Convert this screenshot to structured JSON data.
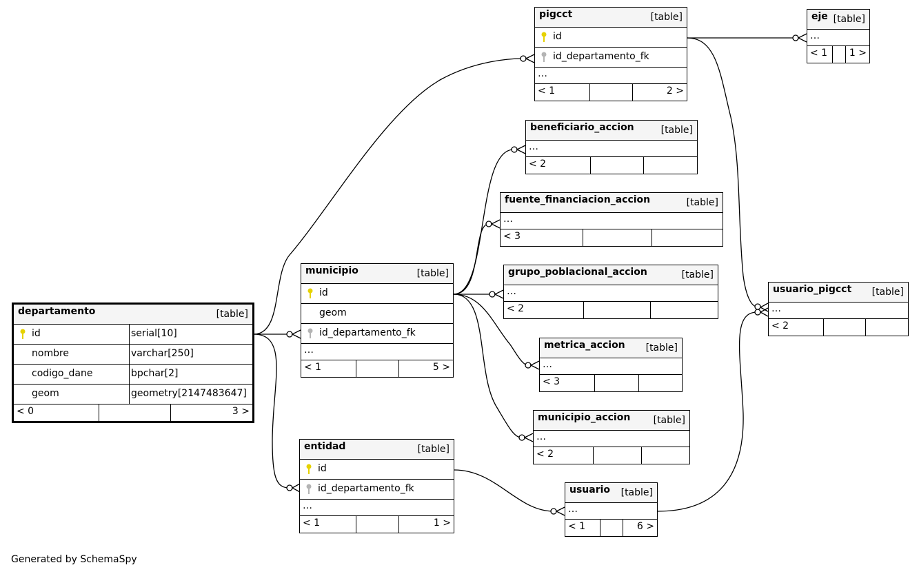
{
  "footer": {
    "generated_by": "Generated by SchemaSpy"
  },
  "colors": {
    "primary_key": "#e6d200",
    "foreign_key": "#b4b4b4",
    "header_bg": "#f5f5f5"
  },
  "icons": {
    "primary_key": "key-icon",
    "foreign_key": "key-icon"
  },
  "tables": {
    "departamento": {
      "name": "departamento",
      "type": "[table]",
      "columns": [
        {
          "name": "id",
          "type": "serial[10]"
        },
        {
          "name": "nombre",
          "type": "varchar[250]"
        },
        {
          "name": "codigo_dane",
          "type": "bpchar[2]"
        },
        {
          "name": "geom",
          "type": "geometry[2147483647]"
        }
      ],
      "footer_left": "< 0",
      "footer_right": "3 >"
    },
    "municipio": {
      "name": "municipio",
      "type": "[table]",
      "columns": [
        {
          "name": "id"
        },
        {
          "name": "geom"
        },
        {
          "name": "id_departamento_fk"
        }
      ],
      "more": "…",
      "footer_left": "< 1",
      "footer_right": "5 >"
    },
    "entidad": {
      "name": "entidad",
      "type": "[table]",
      "columns": [
        {
          "name": "id"
        },
        {
          "name": "id_departamento_fk"
        }
      ],
      "more": "…",
      "footer_left": "< 1",
      "footer_right": "1 >"
    },
    "pigcct": {
      "name": "pigcct",
      "type": "[table]",
      "columns": [
        {
          "name": "id"
        },
        {
          "name": "id_departamento_fk"
        }
      ],
      "more": "…",
      "footer_left": "< 1",
      "footer_right": "2 >"
    },
    "eje": {
      "name": "eje",
      "type": "[table]",
      "more": "…",
      "footer_left": "< 1",
      "footer_right": "1 >"
    },
    "beneficiario_accion": {
      "name": "beneficiario_accion",
      "type": "[table]",
      "more": "…",
      "footer_left": "< 2",
      "footer_right": ""
    },
    "fuente_financiacion_accion": {
      "name": "fuente_financiacion_accion",
      "type": "[table]",
      "more": "…",
      "footer_left": "< 3",
      "footer_right": ""
    },
    "grupo_poblacional_accion": {
      "name": "grupo_poblacional_accion",
      "type": "[table]",
      "more": "…",
      "footer_left": "< 2",
      "footer_right": ""
    },
    "metrica_accion": {
      "name": "metrica_accion",
      "type": "[table]",
      "more": "…",
      "footer_left": "< 3",
      "footer_right": ""
    },
    "municipio_accion": {
      "name": "municipio_accion",
      "type": "[table]",
      "more": "…",
      "footer_left": "< 2",
      "footer_right": ""
    },
    "usuario": {
      "name": "usuario",
      "type": "[table]",
      "more": "…",
      "footer_left": "< 1",
      "footer_right": "6 >"
    },
    "usuario_pigcct": {
      "name": "usuario_pigcct",
      "type": "[table]",
      "more": "…",
      "footer_left": "< 2",
      "footer_right": ""
    }
  }
}
